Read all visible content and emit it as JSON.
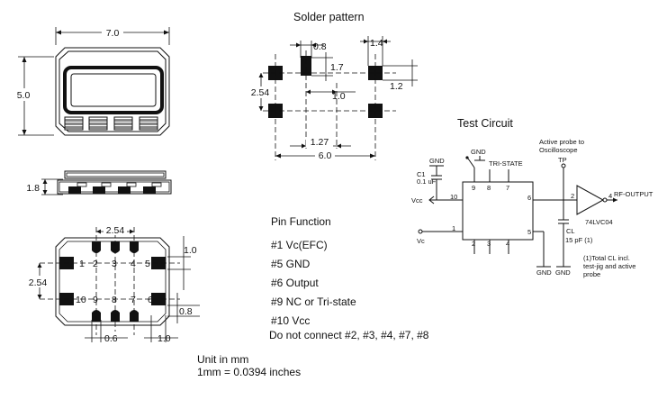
{
  "solder_pattern": {
    "title": "Solder pattern",
    "dims": {
      "w_0_8": "0.8",
      "w_1_4": "1.4",
      "h_1_7": "1.7",
      "h_1_2": "1.2",
      "p_1_0": "1.0",
      "p_2_54": "2.54",
      "p_1_27": "1.27",
      "w_6_0": "6.0"
    }
  },
  "package": {
    "top_dims": {
      "width": "7.0",
      "height": "5.0"
    },
    "side_dims": {
      "height": "1.8"
    },
    "bottom_dims": {
      "pitch": "2.54",
      "vpitch": "2.54",
      "pad_h": "1.0",
      "pad_w": "0.6",
      "edge_w": "1.0",
      "edge_h": "0.8"
    },
    "pin_labels": [
      "1",
      "2",
      "3",
      "4",
      "5",
      "6",
      "7",
      "8",
      "9",
      "10"
    ]
  },
  "pin_function": {
    "title": "Pin Function",
    "items": [
      "#1 Vc(EFC)",
      "#5 GND",
      "#6 Output",
      "#9 NC or Tri-state",
      "#10 Vcc"
    ],
    "note": "Do not connect #2, #3, #4, #7, #8"
  },
  "units": {
    "line1": "Unit in mm",
    "line2": "1mm = 0.0394 inches"
  },
  "test_circuit": {
    "title": "Test Circuit",
    "gnd": "GND",
    "tri_state": "TRI-STATE",
    "c1": "C1",
    "c1_val": "0.1 uF",
    "vcc": "Vcc",
    "vc": "Vc",
    "probe_line1": "Active probe to",
    "probe_line2": "Oscilloscope",
    "tp": "TP",
    "rf_output": "RF-OUTPUT",
    "ic": "74LVC04",
    "cl": "CL",
    "cl_val": "15 pF (1)",
    "note_line1": "(1)Total CL incl.",
    "note_line2": "test-jig and active",
    "note_line3": "probe",
    "pins": {
      "p9": "9",
      "p8": "8",
      "p7": "7",
      "p10": "10",
      "p6": "6",
      "p1": "1",
      "p5": "5",
      "p2": "2",
      "p3": "3",
      "p4": "4",
      "g2": "2",
      "g4": "4"
    }
  }
}
